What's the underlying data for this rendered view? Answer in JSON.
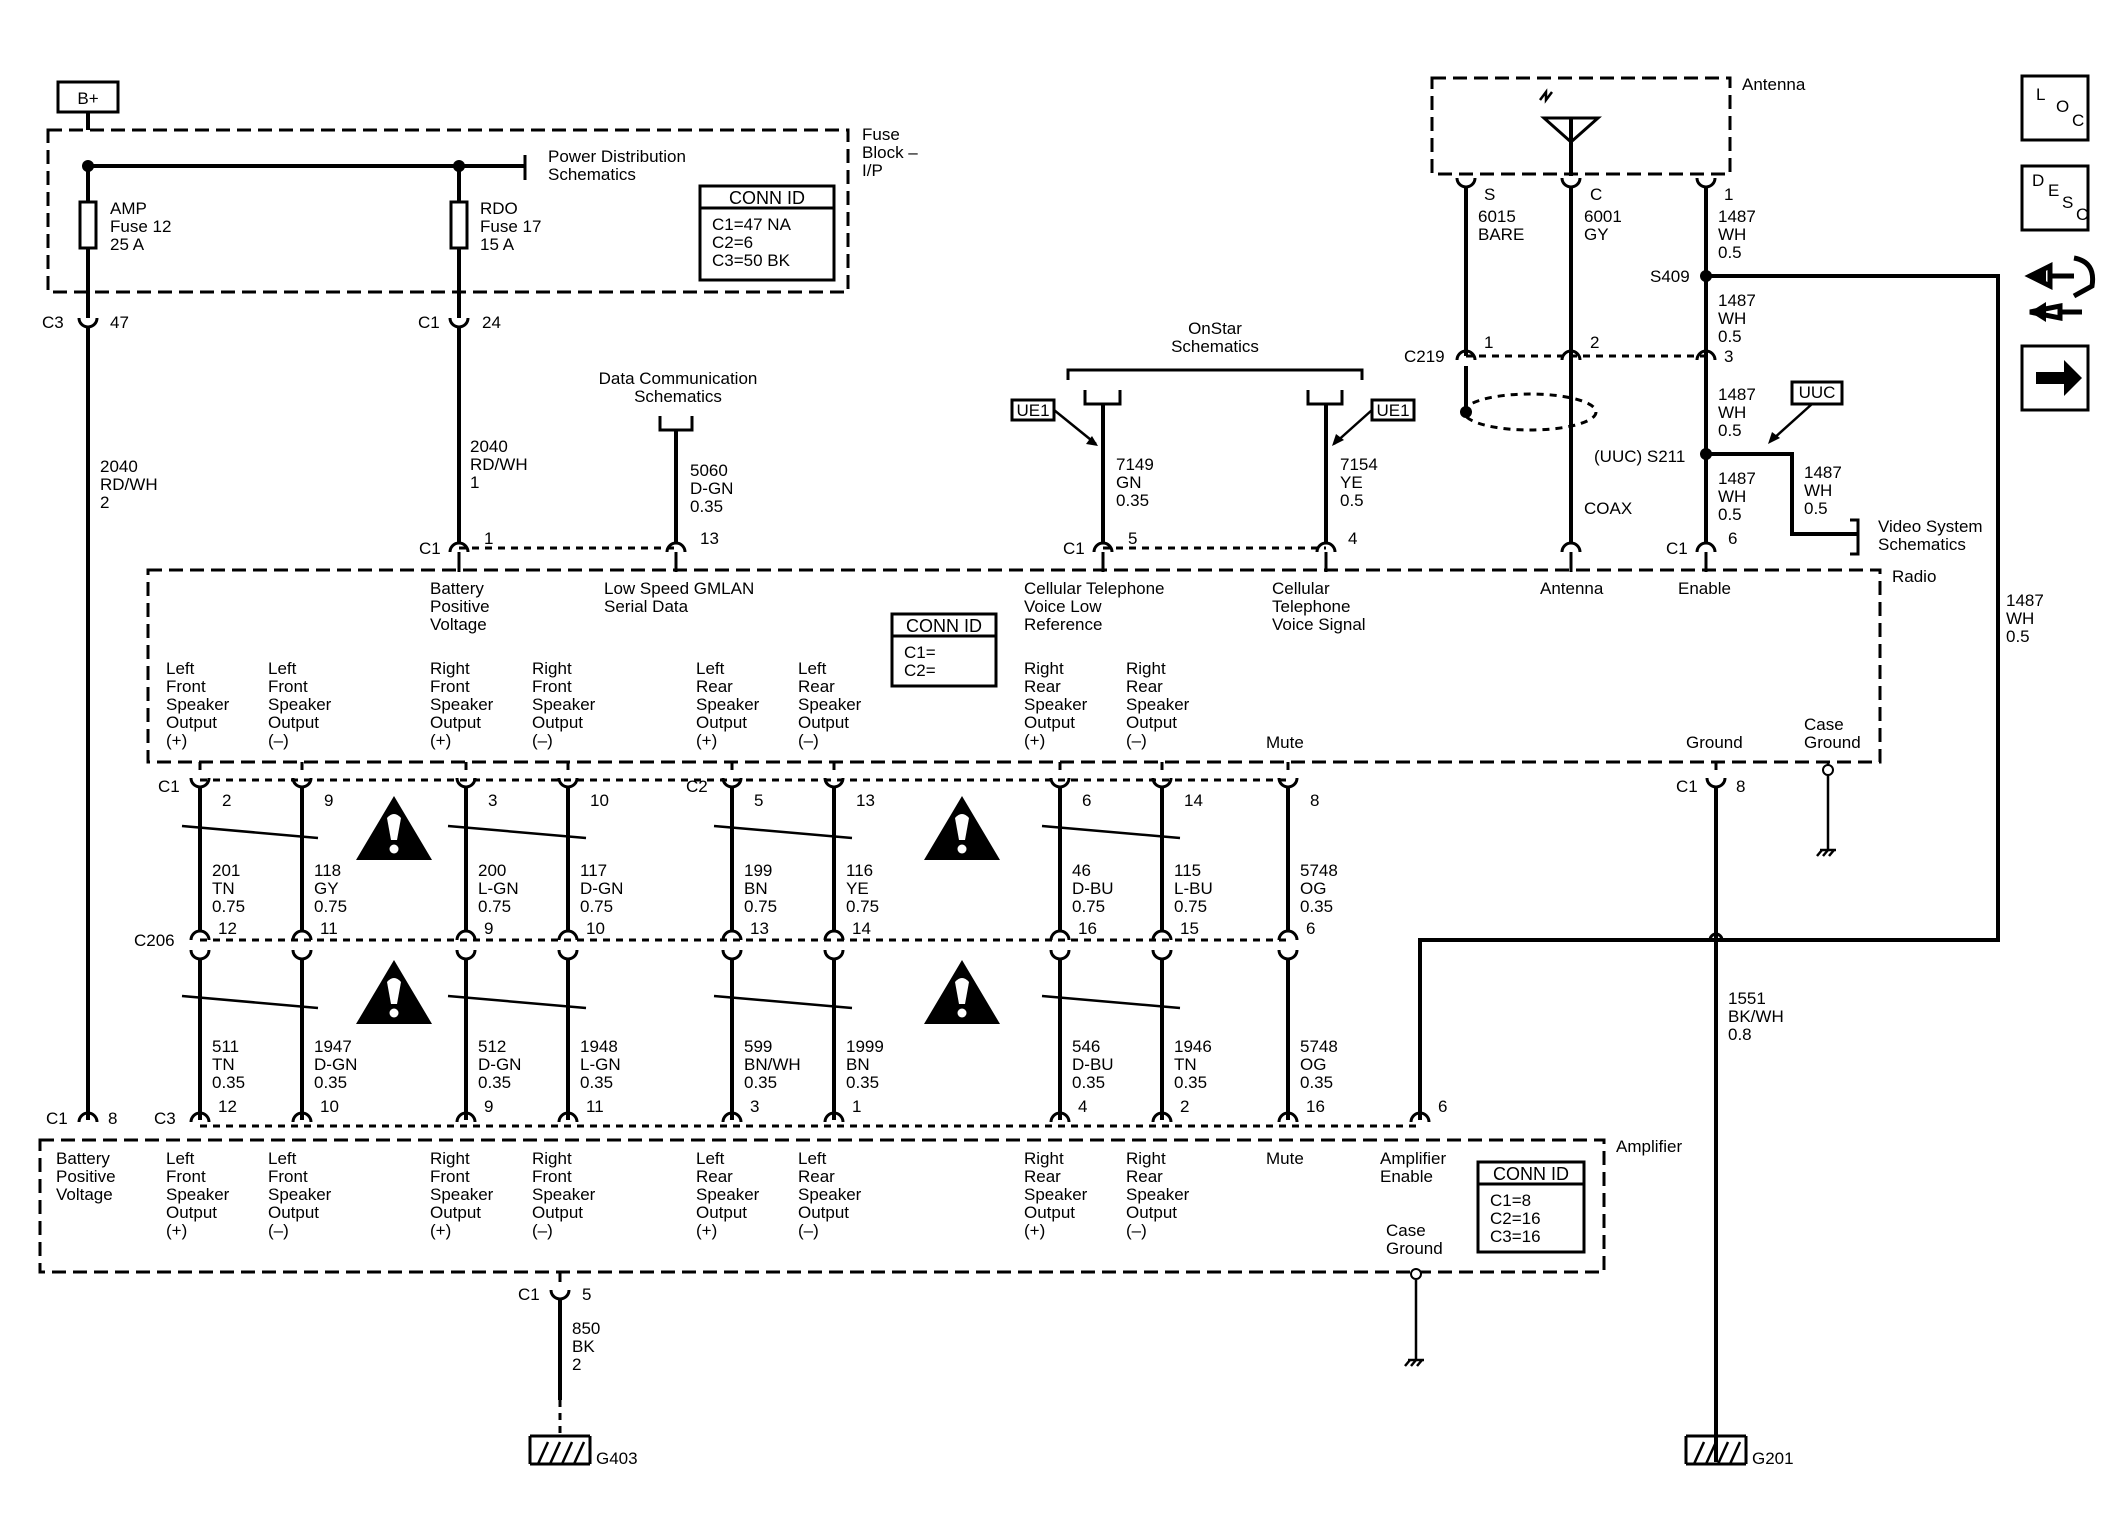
{
  "battery": "B+",
  "fuse_block": {
    "title_lines": [
      "Fuse",
      "Block –",
      "I/P"
    ],
    "power_dist": [
      "Power Distribution",
      "Schematics"
    ],
    "fuse_amp": [
      "AMP",
      "Fuse 12",
      "25 A"
    ],
    "fuse_rdo": [
      "RDO",
      "Fuse 17",
      "15 A"
    ],
    "conn_title": "CONN ID",
    "conn_lines": [
      "C1=47 NA",
      "C2=6",
      "C3=50 BK"
    ],
    "c3_pin": [
      "C3",
      "47"
    ],
    "c1_pin": [
      "C1",
      "24"
    ]
  },
  "wires_top": {
    "w2040a": [
      "2040",
      "RD/WH",
      "2"
    ],
    "w2040b": [
      "2040",
      "RD/WH",
      "1"
    ],
    "w5060": [
      "5060",
      "D-GN",
      "0.35"
    ],
    "w7149": [
      "7149",
      "GN",
      "0.35"
    ],
    "w7154": [
      "7154",
      "YE",
      "0.5"
    ],
    "w6015": [
      "6015",
      "BARE"
    ],
    "w6001": [
      "6001",
      "GY"
    ],
    "w1487_1": [
      "1487",
      "WH",
      "0.5"
    ],
    "w1487_2": [
      "1487",
      "WH",
      "0.5"
    ],
    "w1487_3": [
      "1487",
      "WH",
      "0.5"
    ],
    "w1487_4": [
      "1487",
      "WH",
      "0.5"
    ],
    "w1487_5": [
      "1487",
      "WH",
      "0.5"
    ],
    "w1487_side": [
      "1487",
      "WH",
      "0.5"
    ],
    "coax": "COAX"
  },
  "refs": {
    "data_comm": [
      "Data Communication",
      "Schematics"
    ],
    "onstar": [
      "OnStar",
      "Schematics"
    ],
    "video": [
      "Video System",
      "Schematics"
    ],
    "ue1": "UE1",
    "uuc": "UUC",
    "s409": "S409",
    "s211": "(UUC) S211",
    "c219": "C219",
    "antenna_title": "Antenna",
    "ant_pins": [
      "S",
      "C",
      "1"
    ],
    "c219_pins": [
      "1",
      "2",
      "3"
    ]
  },
  "radio": {
    "title": "Radio",
    "conn_title": "CONN ID",
    "conn_lines": [
      "C1=",
      "C2="
    ],
    "top_pins": [
      {
        "conn": "C1",
        "pin": "1",
        "label": [
          "Battery",
          "Positive",
          "Voltage"
        ]
      },
      {
        "conn": "",
        "pin": "13",
        "label": [
          "Low Speed GMLAN",
          "Serial Data"
        ]
      },
      {
        "conn": "C1",
        "pin": "5",
        "label": [
          "Cellular Telephone",
          "Voice Low",
          "Reference"
        ]
      },
      {
        "conn": "",
        "pin": "4",
        "label": [
          "Cellular",
          "Telephone",
          "Voice Signal"
        ]
      },
      {
        "conn": "",
        "pin": "",
        "label": [
          "Antenna"
        ]
      },
      {
        "conn": "C1",
        "pin": "6",
        "label": [
          "Enable"
        ]
      }
    ],
    "outputs": [
      [
        "Left",
        "Front",
        "Speaker",
        "Output",
        "(+)"
      ],
      [
        "Left",
        "Front",
        "Speaker",
        "Output",
        "(–)"
      ],
      [
        "Right",
        "Front",
        "Speaker",
        "Output",
        "(+)"
      ],
      [
        "Right",
        "Front",
        "Speaker",
        "Output",
        "(–)"
      ],
      [
        "Left",
        "Rear",
        "Speaker",
        "Output",
        "(+)"
      ],
      [
        "Left",
        "Rear",
        "Speaker",
        "Output",
        "(–)"
      ],
      [
        "Right",
        "Rear",
        "Speaker",
        "Output",
        "(+)"
      ],
      [
        "Right",
        "Rear",
        "Speaker",
        "Output",
        "(–)"
      ]
    ],
    "mute": "Mute",
    "ground": "Ground",
    "case_ground": [
      "Case",
      "Ground"
    ],
    "bottom_conn": [
      "C1",
      "C2",
      "C1"
    ],
    "bottom_pins": [
      "2",
      "9",
      "3",
      "10",
      "5",
      "13",
      "6",
      "14",
      "8"
    ],
    "ground_pin": "8"
  },
  "upper_wires": [
    [
      "201",
      "TN",
      "0.75"
    ],
    [
      "118",
      "GY",
      "0.75"
    ],
    [
      "200",
      "L-GN",
      "0.75"
    ],
    [
      "117",
      "D-GN",
      "0.75"
    ],
    [
      "199",
      "BN",
      "0.75"
    ],
    [
      "116",
      "YE",
      "0.75"
    ],
    [
      "46",
      "D-BU",
      "0.75"
    ],
    [
      "115",
      "L-BU",
      "0.75"
    ],
    [
      "5748",
      "OG",
      "0.35"
    ]
  ],
  "c206": {
    "label": "C206",
    "pins": [
      "12",
      "11",
      "9",
      "10",
      "13",
      "14",
      "16",
      "15",
      "6"
    ]
  },
  "lower_wires": [
    [
      "511",
      "TN",
      "0.35"
    ],
    [
      "1947",
      "D-GN",
      "0.35"
    ],
    [
      "512",
      "D-GN",
      "0.35"
    ],
    [
      "1948",
      "L-GN",
      "0.35"
    ],
    [
      "599",
      "BN/WH",
      "0.35"
    ],
    [
      "1999",
      "BN",
      "0.35"
    ],
    [
      "546",
      "D-BU",
      "0.35"
    ],
    [
      "1946",
      "TN",
      "0.35"
    ],
    [
      "5748",
      "OG",
      "0.35"
    ]
  ],
  "w1551": [
    "1551",
    "BK/WH",
    "0.8"
  ],
  "amplifier": {
    "title": "Amplifier",
    "conn_title": "CONN ID",
    "conn_lines": [
      "C1=8",
      "C2=16",
      "C3=16"
    ],
    "c1": "C1",
    "c1_pin": "8",
    "c3": "C3",
    "top_pins": [
      "12",
      "10",
      "9",
      "11",
      "3",
      "1",
      "4",
      "2",
      "16",
      "6"
    ],
    "battery": [
      "Battery",
      "Positive",
      "Voltage"
    ],
    "inputs": [
      [
        "Left",
        "Front",
        "Speaker",
        "Output",
        "(+)"
      ],
      [
        "Left",
        "Front",
        "Speaker",
        "Output",
        "(–)"
      ],
      [
        "Right",
        "Front",
        "Speaker",
        "Output",
        "(+)"
      ],
      [
        "Right",
        "Front",
        "Speaker",
        "Output",
        "(–)"
      ],
      [
        "Left",
        "Rear",
        "Speaker",
        "Output",
        "(+)"
      ],
      [
        "Left",
        "Rear",
        "Speaker",
        "Output",
        "(–)"
      ],
      [
        "Right",
        "Rear",
        "Speaker",
        "Output",
        "(+)"
      ],
      [
        "Right",
        "Rear",
        "Speaker",
        "Output",
        "(–)"
      ]
    ],
    "mute": "Mute",
    "enable": [
      "Amplifier",
      "Enable"
    ],
    "case_ground": [
      "Case",
      "Ground"
    ],
    "bottom_conn": "C1",
    "bottom_pin": "5"
  },
  "w850": [
    "850",
    "BK",
    "2"
  ],
  "grounds": [
    "G403",
    "G201"
  ],
  "nav": {
    "loc": [
      "L",
      "O",
      "C"
    ],
    "desc": [
      "D",
      "E",
      "S",
      "C"
    ],
    "icons": [
      "connector-icon",
      "arrow-right-icon"
    ]
  }
}
